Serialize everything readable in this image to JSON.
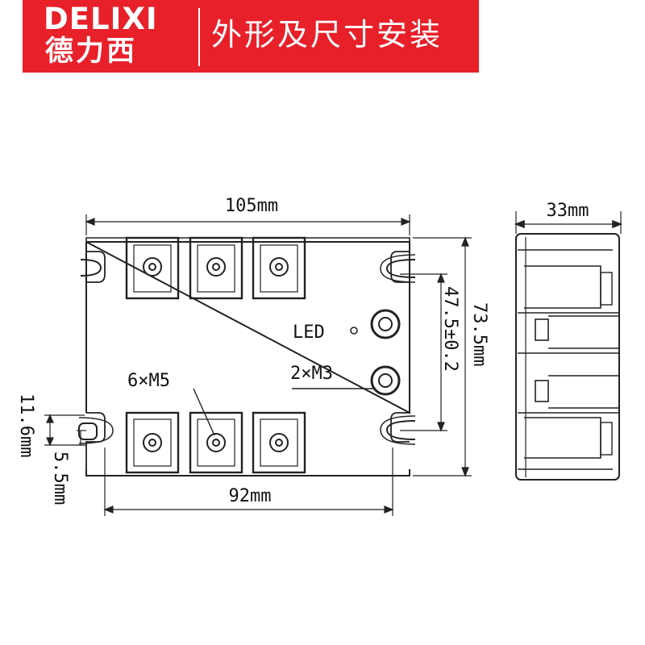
{
  "banner": {
    "brand_en": "DELIXI",
    "brand_cn": "德力西",
    "title": "外形及尺寸安装"
  },
  "dimensions": {
    "width_top": "105mm",
    "depth": "33mm",
    "height": "73.5mm",
    "mount_spacing_v": "47.5±0.2",
    "mount_spacing_h": "92mm",
    "edge_offset_1": "11.6mm",
    "edge_offset_2": "5.5mm"
  },
  "labels": {
    "led": "LED",
    "screw_main": "6×M5",
    "screw_ctrl": "2×M3"
  },
  "colors": {
    "banner": "#e8202a",
    "line": "#222222"
  }
}
